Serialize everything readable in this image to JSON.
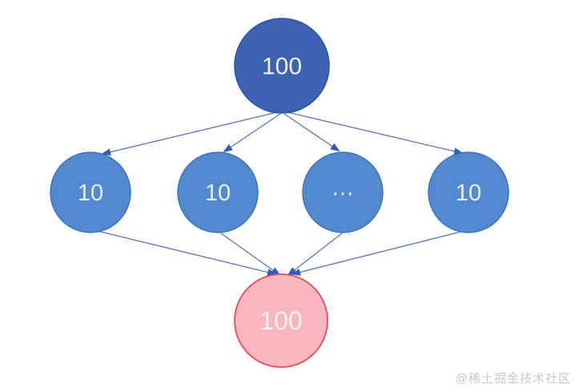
{
  "diagram": {
    "type": "fan-out-fan-in-graph",
    "root": {
      "label": "100"
    },
    "children": [
      {
        "label": "10"
      },
      {
        "label": "10"
      },
      {
        "label": "…"
      },
      {
        "label": "10"
      }
    ],
    "sink": {
      "label": "100"
    },
    "colors": {
      "root_fill": "#3b63b1",
      "root_stroke": "#2c55a8",
      "root_text": "#eef3fb",
      "child_fill": "#5289cf",
      "child_stroke": "#3a70c2",
      "child_text": "#e8eff9",
      "sink_fill": "#f9b6bd",
      "sink_stroke": "#e84b57",
      "sink_text": "#fdf2f2",
      "edge": "#5a75c8",
      "arrow": "#2e5bbf"
    }
  },
  "watermark": {
    "text": "@稀土掘金技术社区"
  }
}
